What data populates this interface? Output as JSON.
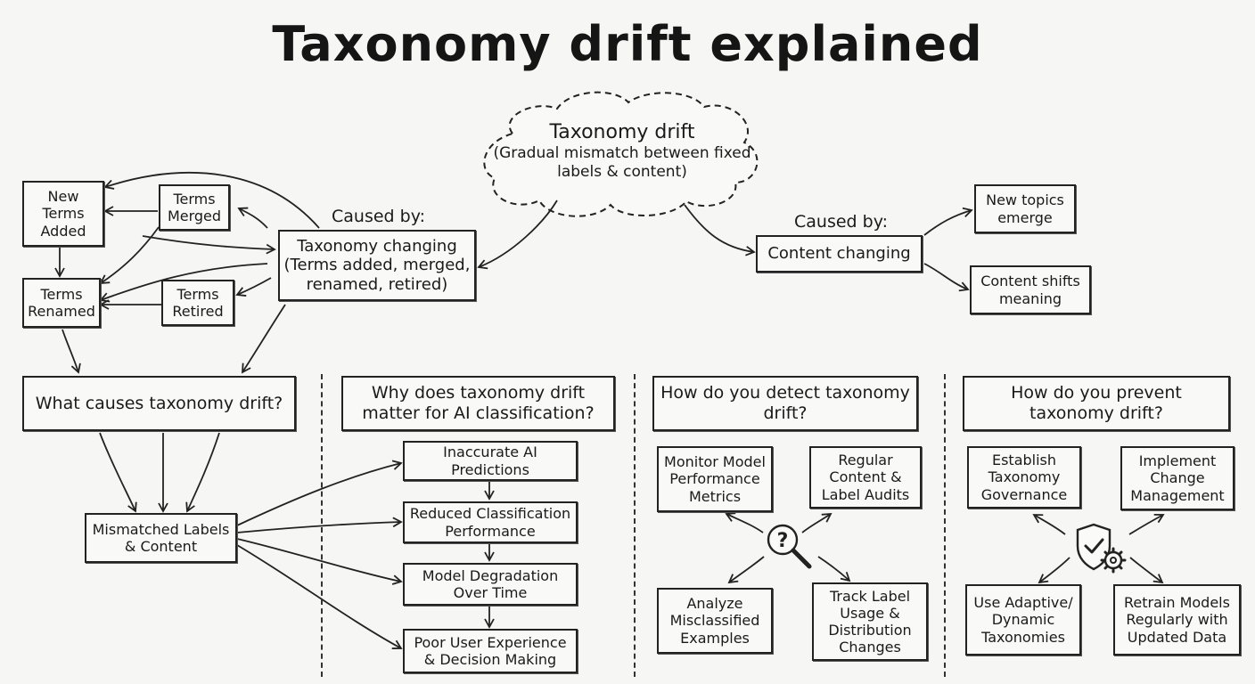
{
  "title": "Taxonomy drift explained",
  "center": {
    "title": "Taxonomy drift",
    "subtitle": "(Gradual mismatch between fixed labels & content)"
  },
  "left_cause": {
    "caption": "Caused by:",
    "box": "Taxonomy changing (Terms added, merged, renamed, retired)"
  },
  "right_cause": {
    "caption": "Caused by:",
    "box": "Content changing"
  },
  "terms": {
    "new_added": "New Terms Added",
    "merged": "Terms Merged",
    "renamed": "Terms Renamed",
    "retired": "Terms Retired"
  },
  "content_effects": {
    "new_topics": "New topics emerge",
    "shifts": "Content shifts meaning"
  },
  "sections": {
    "what": {
      "heading": "What causes taxonomy drift?",
      "result": "Mismatched Labels & Content"
    },
    "why": {
      "heading": "Why does taxonomy drift matter for AI classification?",
      "items": [
        "Inaccurate AI Predictions",
        "Reduced Classification Performance",
        "Model Degradation Over Time",
        "Poor User Experience & Decision Making"
      ]
    },
    "detect": {
      "heading": "How do you detect taxonomy drift?",
      "items": [
        "Monitor Model Performance Metrics",
        "Regular Content & Label Audits",
        "Analyze Misclassified Examples",
        "Track Label Usage & Distribution Changes"
      ]
    },
    "prevent": {
      "heading": "How do you prevent taxonomy drift?",
      "items": [
        "Establish Taxonomy Governance",
        "Implement Change Management",
        "Use Adaptive/ Dynamic Taxonomies",
        "Retrain Models Regularly with Updated Data"
      ]
    }
  },
  "icons": {
    "detect": "magnifier-question-icon",
    "prevent": "shield-check-gear-icon"
  }
}
